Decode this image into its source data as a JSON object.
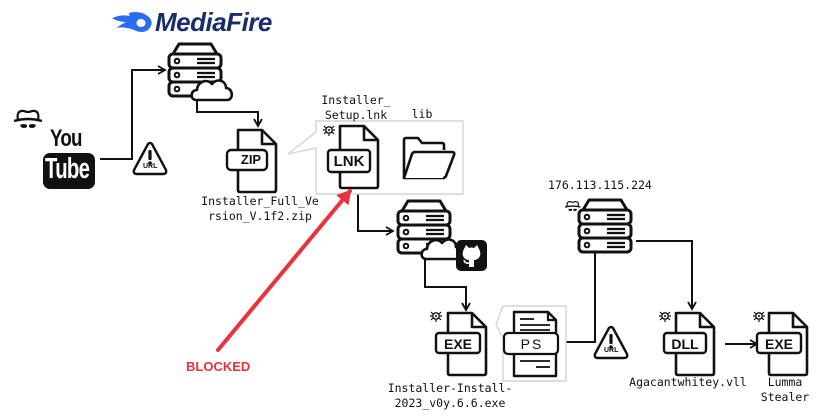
{
  "diagram": {
    "title": "YouTube to Lumma Stealer infection chain",
    "nodes": {
      "youtube": {
        "label_top": "You",
        "label_bottom": "Tube",
        "icon": "youtube-logo"
      },
      "youtube_actor": {
        "icon": "hacker-spy-icon"
      },
      "mediafire": {
        "brand": "MediaFire",
        "icon": "server-cloud-icon"
      },
      "zip_file": {
        "badge": "ZIP",
        "name": "Installer_Full_Version_V.1f2.zip",
        "name_line1": "Installer_Full_Ve",
        "name_line2": "rsion_V.1f2.zip"
      },
      "lnk_file": {
        "badge": "LNK",
        "name_line1": "Installer_",
        "name_line2": "Setup.lnk",
        "malicious": true
      },
      "lib_folder": {
        "name": "lib",
        "icon": "folder-icon"
      },
      "github": {
        "icon": "github-icon",
        "server_icon": "server-cloud-icon"
      },
      "exe_file": {
        "badge": "EXE",
        "name_line1": "Installer-Install-",
        "name_line2": "2023_v0y.6.6.exe",
        "malicious": true
      },
      "ps_script": {
        "badge": "PS",
        "icon": "powershell-script-icon"
      },
      "c2_server": {
        "ip": "176.113.115.224",
        "icon": "server-icon",
        "actor_icon": "hacker-spy-icon"
      },
      "dll_file": {
        "badge": "DLL",
        "name": "Agacantwhitey.vll",
        "malicious": true
      },
      "final_exe": {
        "badge": "EXE",
        "name_line1": "Lumma",
        "name_line2": "Stealer",
        "malicious": true
      }
    },
    "url_badges": [
      {
        "text": "URL",
        "icon": "warning-url-icon"
      },
      {
        "text": "URL",
        "icon": "warning-url-icon"
      }
    ],
    "annotation": {
      "text": "BLOCKED",
      "color": "#e8323c"
    },
    "edges": [
      {
        "from": "youtube",
        "to": "mediafire",
        "via": "URL"
      },
      {
        "from": "mediafire",
        "to": "zip_file"
      },
      {
        "from": "zip_file",
        "to": "lnk_file",
        "type": "contains"
      },
      {
        "from": "lnk_file",
        "to": "github"
      },
      {
        "from": "github",
        "to": "exe_file"
      },
      {
        "from": "exe_file",
        "to": "ps_script",
        "type": "contains"
      },
      {
        "from": "ps_script",
        "to": "c2_server",
        "via": "URL"
      },
      {
        "from": "c2_server",
        "to": "dll_file"
      },
      {
        "from": "dll_file",
        "to": "final_exe"
      }
    ],
    "colors": {
      "line": "#111111",
      "brand": "#1a2c6b",
      "flame": "#2b6cf0",
      "alert": "#e8323c",
      "callout": "#d8d8d8"
    }
  }
}
